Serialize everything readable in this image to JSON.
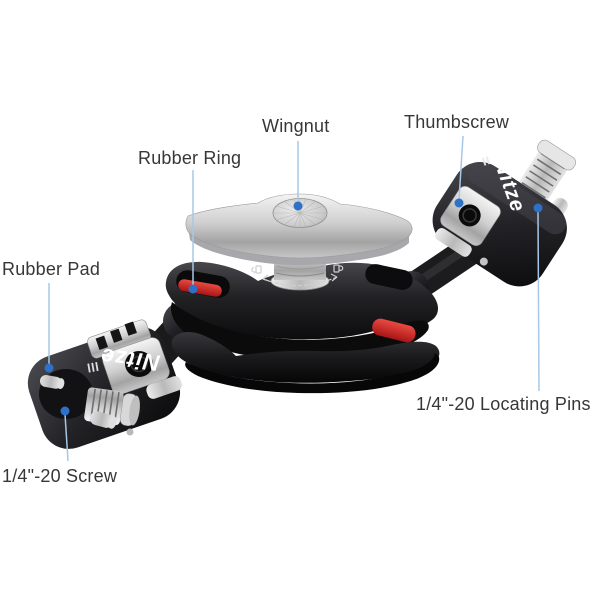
{
  "meta": {
    "kind": "product-callout-diagram",
    "background": "#ffffff"
  },
  "product": {
    "brand": "Nitze"
  },
  "callouts": {
    "wingnut": {
      "label": "Wingnut"
    },
    "thumbscrew": {
      "label": "Thumbscrew"
    },
    "rubber_ring": {
      "label": "Rubber Ring"
    },
    "rubber_pad": {
      "label": "Rubber Pad"
    },
    "quarter20_screw": {
      "label": "1/4\"-20 Screw"
    },
    "quarter20_locating_pins": {
      "label": "1/4\"-20 Locating Pins"
    }
  },
  "styles": {
    "label_color": "#373737",
    "leader_line_color": "#a6c8e6",
    "dot_color": "#2e71c6",
    "red_ring_color": "#cf2b2b",
    "silver_color": "#d9d9d9",
    "black_metal_color": "#1b1b1d"
  }
}
